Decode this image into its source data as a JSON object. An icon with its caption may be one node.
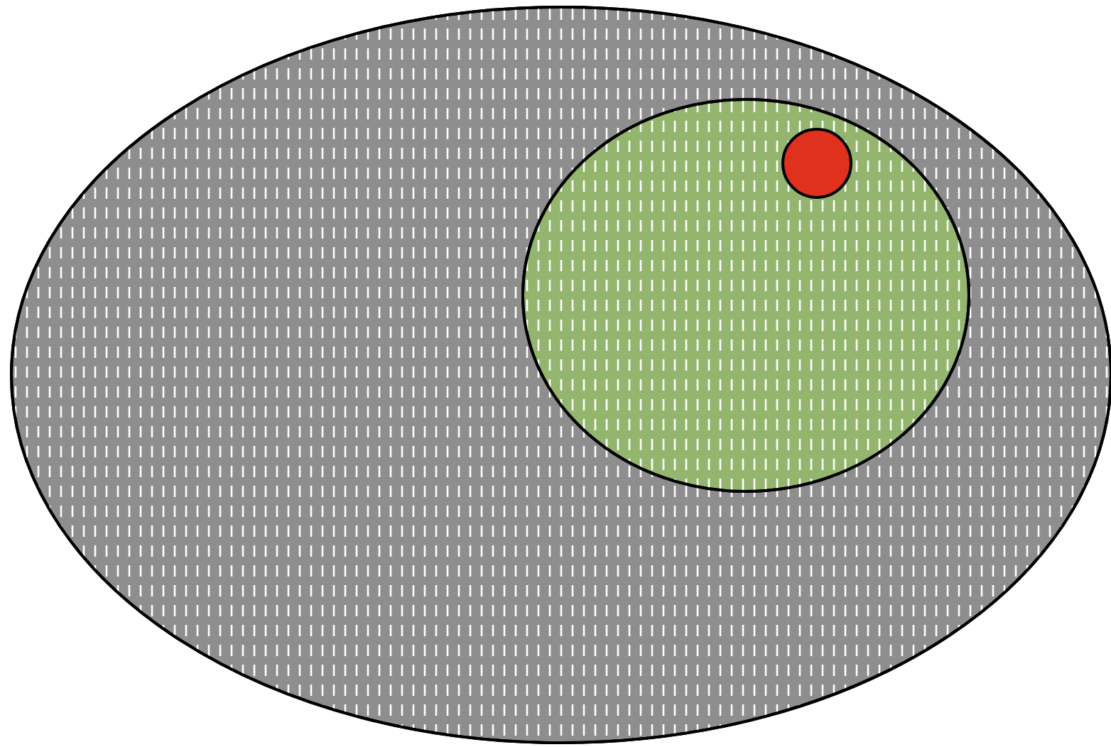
{
  "diagram": {
    "nodes": [
      {
        "text": [],
        "shape": "ellipse"
      },
      {
        "text": [],
        "shape": "ellipse",
        "in": 0
      },
      {
        "text": [],
        "shape": "circle",
        "in": 1
      }
    ]
  }
}
